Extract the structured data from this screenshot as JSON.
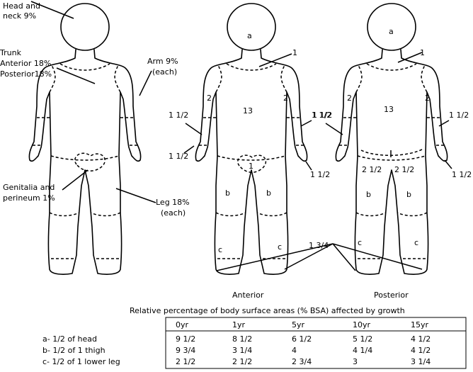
{
  "figure1": {
    "head": [
      "Head and",
      "neck 9%"
    ],
    "trunk": [
      "Trunk",
      "Anterior 18%",
      "Posterior18%"
    ],
    "arm": [
      "Arm 9%",
      "(each)"
    ],
    "genitalia": [
      "Genitalia  and",
      "perineum 1%"
    ],
    "leg": [
      "Leg 18%",
      "(each)"
    ]
  },
  "figure2": {
    "caption": "Anterior",
    "head": "a",
    "neck": "1",
    "upper_arm": "2",
    "trunk": "13",
    "forearm": "1 1/2",
    "hand": "1 1/2",
    "genitalia": "1",
    "thigh": "b",
    "lower_leg": "c"
  },
  "figure3": {
    "caption": "Posterior",
    "head": "a",
    "neck": "1",
    "upper_arm": "2",
    "trunk": "13",
    "forearm": "1 1/2",
    "hand": "1 1/2",
    "buttock": "2 1/2",
    "thigh": "b",
    "lower_leg": "c"
  },
  "feet_label": "1 3/4",
  "table": {
    "title": "Relative percentage of body surface areas (% BSA) affected by growth",
    "headers": [
      "0yr",
      "1yr",
      "5yr",
      "10yr",
      "15yr"
    ],
    "rows": [
      {
        "label": "a- 1/2 of head",
        "values": [
          "9 1/2",
          "8 1/2",
          "6 1/2",
          "5 1/2",
          "4 1/2"
        ]
      },
      {
        "label": "b- 1/2 of 1 thigh",
        "values": [
          "9 3/4",
          "3 1/4",
          "4",
          "4 1/4",
          "4 1/2"
        ]
      },
      {
        "label": "c- 1/2 of 1 lower leg",
        "values": [
          "2 1/2",
          "2 1/2",
          "2 3/4",
          "3",
          "3 1/4"
        ]
      }
    ]
  }
}
